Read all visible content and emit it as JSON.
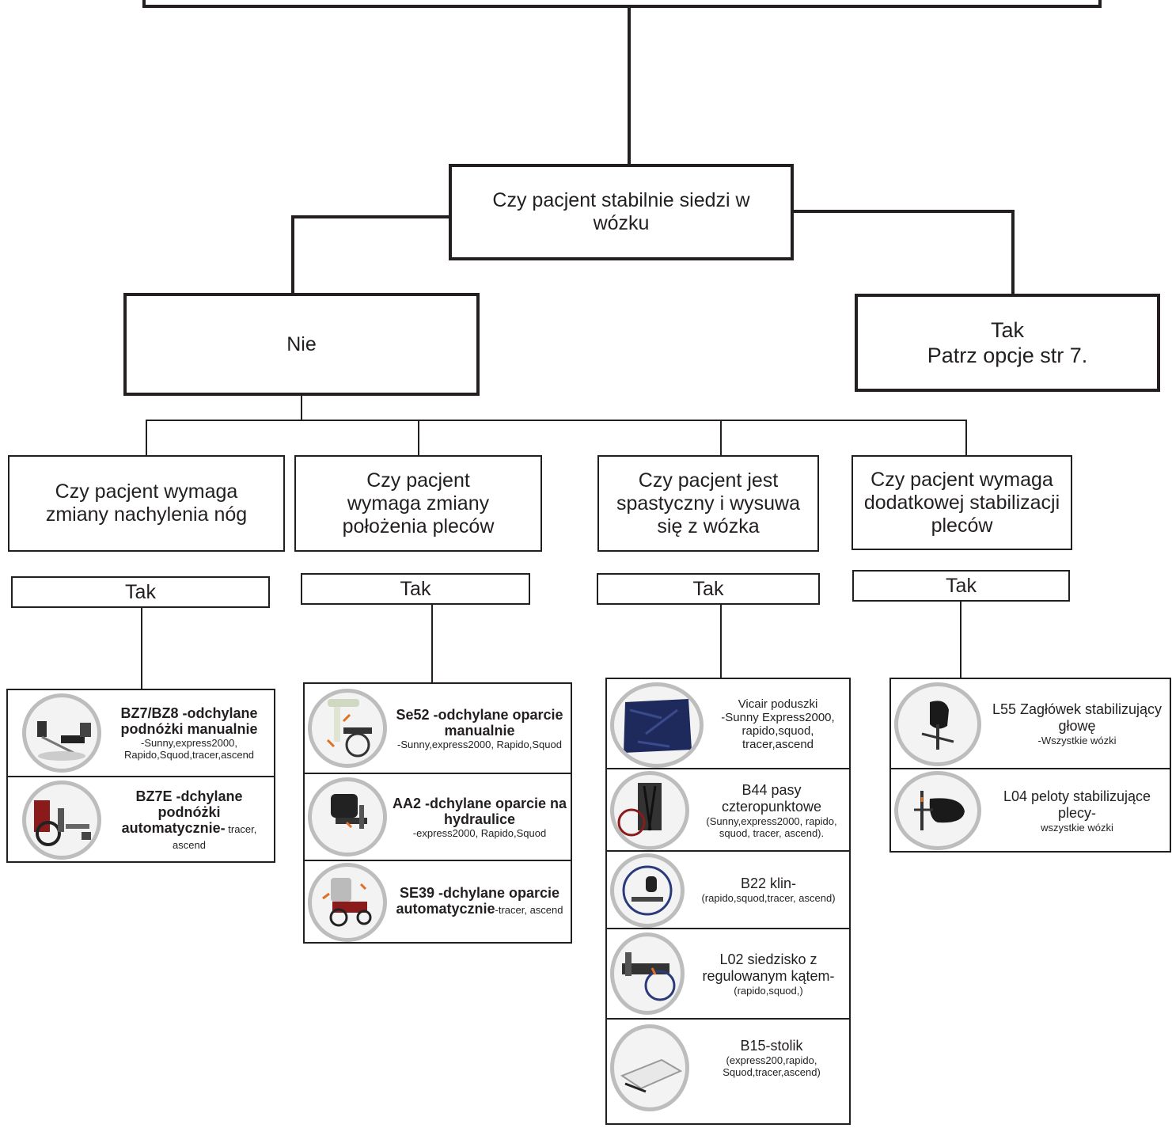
{
  "root": {
    "question": "Czy  pacjent stabilnie siedzi w wózku"
  },
  "nie": {
    "label": "Nie"
  },
  "tak_right": {
    "line1": "Tak",
    "line2": "Patrz opcje str 7."
  },
  "questions": [
    "Czy pacjent wymaga zmiany nachylenia  nóg",
    "Czy pacjent wymaga zmiany położenia pleców",
    "Czy pacjent jest spastyczny i wysuwa się z wózka",
    "Czy pacjent wymaga dodatkowej stabilizacji pleców"
  ],
  "tak_label": "Tak",
  "col1": [
    {
      "title": "BZ7/BZ8 -odchylane podnóżki manualnie",
      "models": "-Sunny,express2000, Rapido,Squod,tracer,ascend"
    },
    {
      "title": "BZ7E -dchylane podnóżki automatycznie-",
      "models": " tracer, ascend"
    }
  ],
  "col2": [
    {
      "title": "Se52 -odchylane oparcie manualnie",
      "models": "-Sunny,express2000, Rapido,Squod"
    },
    {
      "title": "AA2 -dchylane oparcie na hydraulice",
      "models": "-express2000, Rapido,Squod"
    },
    {
      "title": "SE39 -dchylane oparcie automatycznie",
      "models": "-tracer, ascend"
    }
  ],
  "col3": [
    {
      "title": "Vicair poduszki",
      "models": "-Sunny Express2000, rapido,squod, tracer,ascend"
    },
    {
      "title": "B44 pasy czteropunktowe",
      "models": "(Sunny,express2000, rapido, squod, tracer, ascend)."
    },
    {
      "title": "B22 klin-",
      "models": "(rapido,squod,tracer, ascend)"
    },
    {
      "title": "L02 siedzisko z regulowanym kątem-",
      "models": "(rapido,squod,)"
    },
    {
      "title": "B15-stolik",
      "models": "(express200,rapido, Squod,tracer,ascend)"
    }
  ],
  "col4": [
    {
      "title": "L55 Zagłówek stabilizujący głowę",
      "models": "-Wszystkie wózki"
    },
    {
      "title": "L04 peloty stabilizujące plecy-",
      "models": "wszystkie wózki"
    }
  ],
  "colors": {
    "line": "#231f20",
    "thumb_border": "#bdbdbd"
  }
}
